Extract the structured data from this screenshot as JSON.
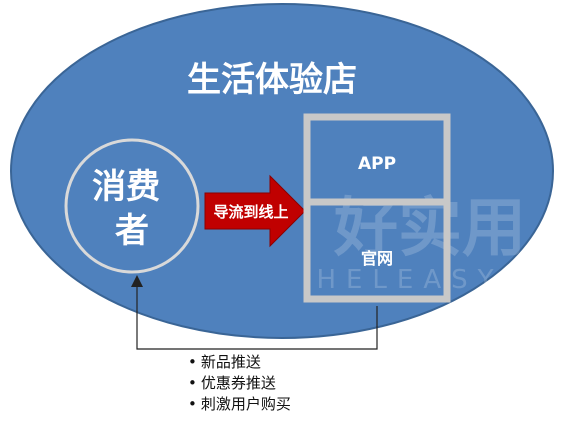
{
  "diagram": {
    "store_title": "生活体验店",
    "consumer": "消费者",
    "consumer_line1": "消费",
    "consumer_line2": "者",
    "arrow_label": "导流到线上",
    "box_top": "APP",
    "box_bottom": "官网",
    "bullets": [
      "新品推送",
      "优惠券推送",
      "刺激用户购买"
    ],
    "watermark": {
      "brand": "好实用",
      "sub": "HELEASY"
    },
    "colors": {
      "ellipse_fill": "#4f81bd",
      "ellipse_stroke": "#3a6596",
      "arrow_fill": "#c00000",
      "box_stroke": "#c8c8c8",
      "text_white": "#ffffff"
    }
  }
}
